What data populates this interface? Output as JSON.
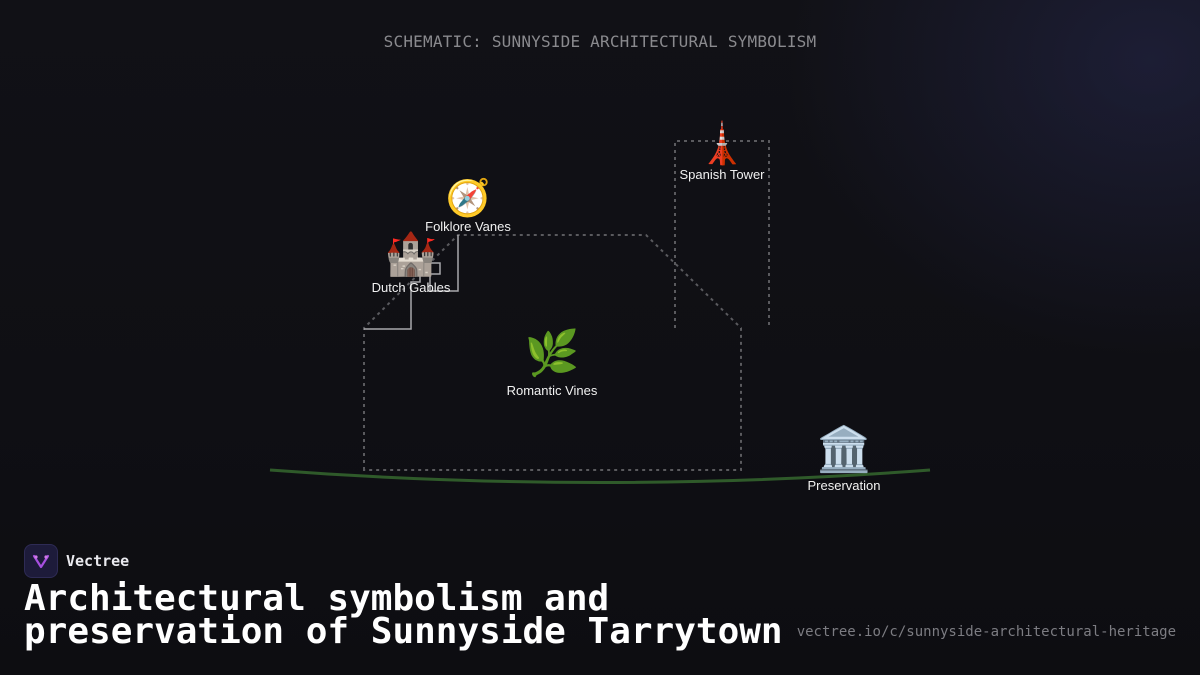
{
  "schematic_title": "SCHEMATIC: SUNNYSIDE ARCHITECTURAL SYMBOLISM",
  "nodes": [
    {
      "id": "spanish-tower",
      "label": "Spanish Tower",
      "icon": "tokyo-tower-icon",
      "glyph": "🗼"
    },
    {
      "id": "folklore-vanes",
      "label": "Folklore Vanes",
      "icon": "compass-icon",
      "glyph": "🧭"
    },
    {
      "id": "dutch-gables",
      "label": "Dutch Gables",
      "icon": "castle-icon",
      "glyph": "🏰"
    },
    {
      "id": "romantic-vines",
      "label": "Romantic Vines",
      "icon": "herb-icon",
      "glyph": "🌿"
    },
    {
      "id": "preservation",
      "label": "Preservation",
      "icon": "classical-building-icon",
      "glyph": "🏛️"
    }
  ],
  "colors": {
    "background": "#0e0e12",
    "outline": "#5a5a5e",
    "ground": "#2f5a2a",
    "title": "#8a8a8e",
    "label": "#f1f1f1"
  },
  "brand": {
    "name": "Vectree",
    "logo_icon": "vectree-logo-icon"
  },
  "headline": "Architectural symbolism and preservation of Sunnyside Tarrytown",
  "source_url": "vectree.io/c/sunnyside-architectural-heritage"
}
